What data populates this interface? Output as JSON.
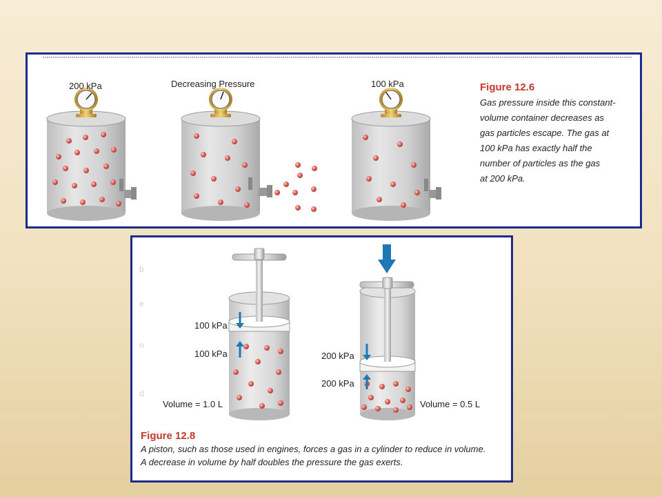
{
  "figure_top": {
    "labels": [
      "200 kPa",
      "Decreasing Pressure",
      "100 kPa"
    ],
    "caption_title": "Figure 12.6",
    "caption_lines": [
      "Gas pressure inside this constant-",
      "volume container decreases as",
      "gas particles escape. The gas at",
      "100 kPa has exactly half the",
      "number of particles as the gas",
      "at 200 kPa."
    ]
  },
  "figure_bottom": {
    "left_top_pressure": "100 kPa",
    "left_bottom_pressure": "100 kPa",
    "left_volume": "Volume = 1.0 L",
    "right_top_pressure": "200 kPa",
    "right_bottom_pressure": "200 kPa",
    "right_volume": "Volume = 0.5 L",
    "caption_title": "Figure 12.8",
    "caption_lines": [
      "A piston, such as those used in engines, forces a gas in a cylinder to reduce in volume.",
      "A decrease in volume by half doubles the pressure the gas exerts."
    ]
  },
  "colors": {
    "frame": "#1b2a8c",
    "particle": "#e0675c",
    "arrow": "#1f78b4",
    "caption_title": "#c0392b"
  }
}
